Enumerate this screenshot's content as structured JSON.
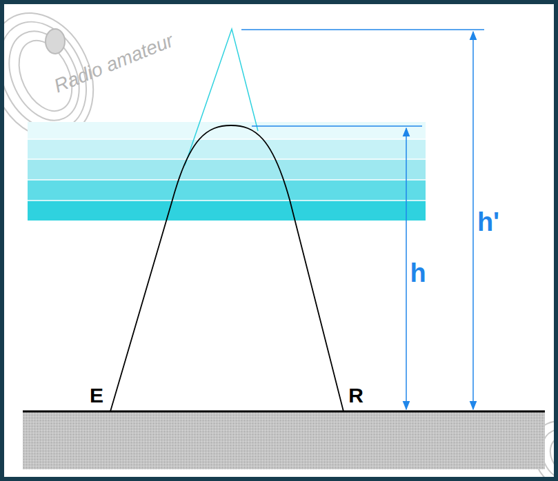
{
  "diagram": {
    "labels": [
      "Radio amateur",
      "E",
      "R",
      "h",
      "h'"
    ]
  }
}
